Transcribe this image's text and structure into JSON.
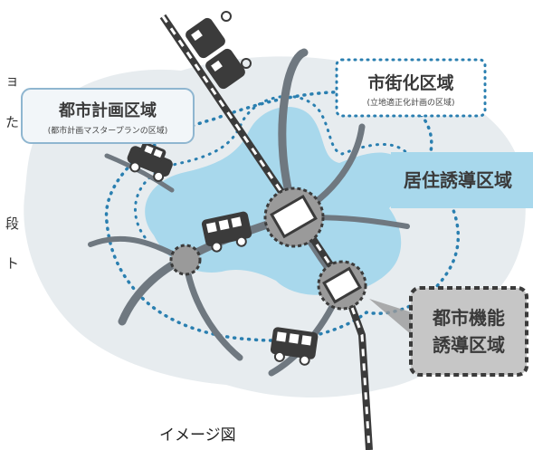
{
  "labels": {
    "city_planning_area": "都市計画区域",
    "city_planning_area_sub": "(都市計画マスタープランの区域)",
    "urbanization_area": "市街化区域",
    "urbanization_area_sub": "(立地適正化計画の区域)",
    "residence_area": "居住誘導区域",
    "urban_function_line1": "都市機能",
    "urban_function_line2": "誘導区域"
  },
  "caption": "イメージ図",
  "edge_glyphs": [
    "ョ",
    "た",
    "段",
    "ト"
  ],
  "colors": {
    "background_land": "#e7ecef",
    "residence_blue": "#a8d8ec",
    "dotted_blue": "#2a7fb0",
    "road_gray": "#6f7880",
    "station_gray": "#9a9a9a",
    "label_box_bg": "#f2f6f9",
    "label_box_border_blue": "#8fb6d0",
    "urban_function_box_bg": "#c6c6c6",
    "dark": "#3b3b3b"
  }
}
